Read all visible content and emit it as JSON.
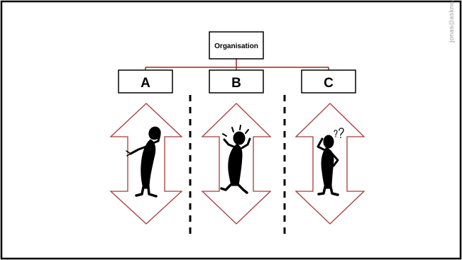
{
  "chart": {
    "root_label": "Organisation",
    "units": [
      {
        "label": "A",
        "figure": "thinking-figure"
      },
      {
        "label": "B",
        "figure": "frustrated-figure"
      },
      {
        "label": "C",
        "figure": "confused-figure"
      }
    ]
  },
  "watermark": "jonas@askne.se",
  "colors": {
    "connector": "#a32020",
    "arrow_outline": "#a83a3a",
    "figure": "#000000",
    "frame": "#000000"
  }
}
